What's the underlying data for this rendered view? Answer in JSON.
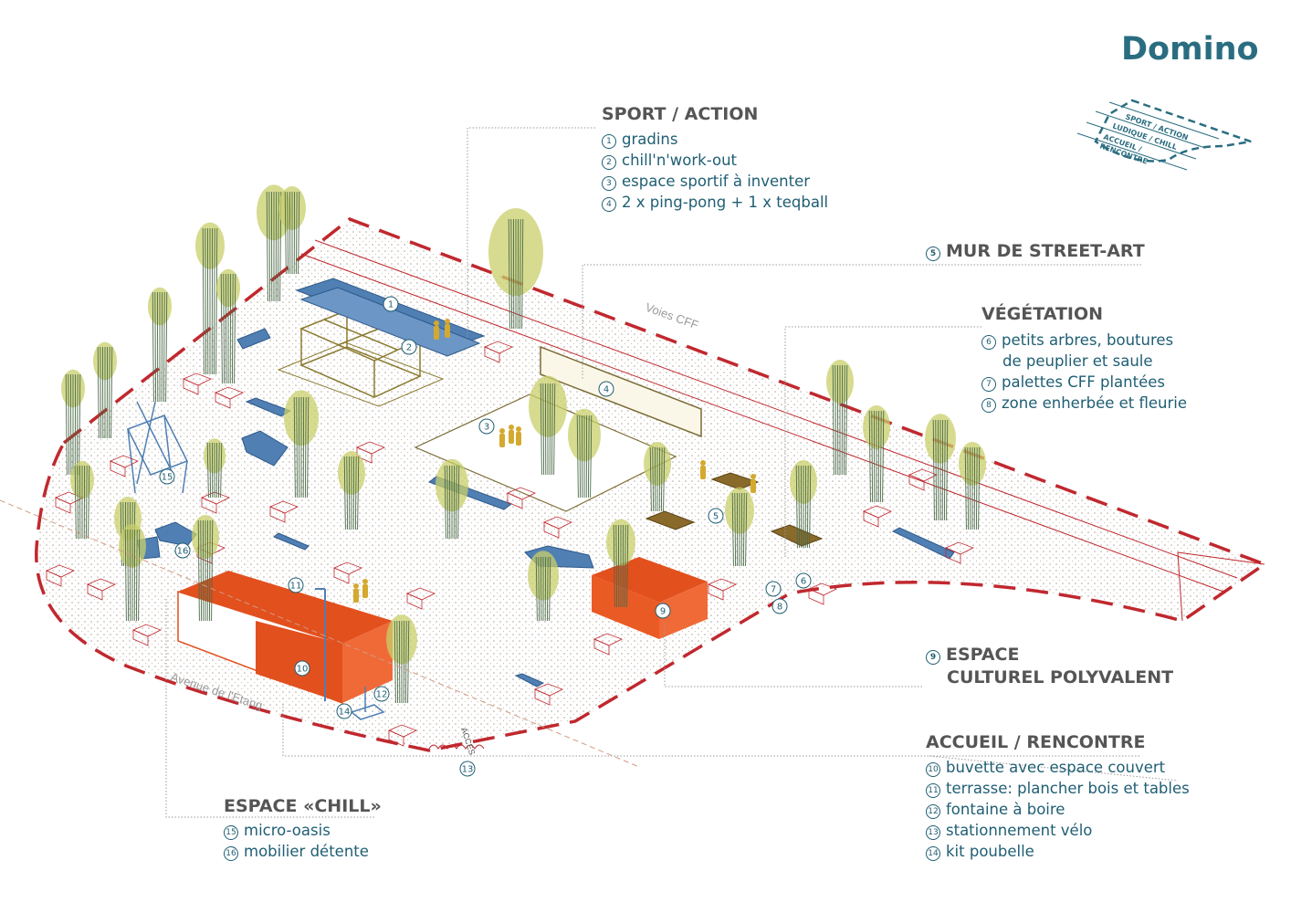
{
  "title": "Domino",
  "legend": {
    "labels": [
      "SPORT / ACTION",
      "LUDIQUE / CHILL",
      "ACCUEIL /",
      "RENCONTRE"
    ]
  },
  "places": {
    "rail": "Voies CFF",
    "avenue": "Avenue de l'Etang",
    "acces": "ACCES"
  },
  "sections": {
    "sport": {
      "title": "SPORT / ACTION",
      "items": [
        {
          "n": "1",
          "label": "gradins"
        },
        {
          "n": "2",
          "label": "chill'n'work-out"
        },
        {
          "n": "3",
          "label": "espace sportif à inventer"
        },
        {
          "n": "4",
          "label": "2 x ping-pong + 1 x teqball"
        }
      ]
    },
    "streetart": {
      "n": "5",
      "title": "MUR DE STREET-ART"
    },
    "vegetation": {
      "title": "VÉGÉTATION",
      "items": [
        {
          "n": "6",
          "label": "petits arbres, boutures",
          "cont": "de peuplier et saule"
        },
        {
          "n": "7",
          "label": "palettes CFF plantées"
        },
        {
          "n": "8",
          "label": "zone enherbée et fleurie"
        }
      ]
    },
    "culturel": {
      "n": "9",
      "title_line1": "ESPACE",
      "title_line2": "CULTUREL POLYVALENT"
    },
    "accueil": {
      "title": "ACCUEIL / RENCONTRE",
      "items": [
        {
          "n": "10",
          "label": "buvette avec espace couvert"
        },
        {
          "n": "11",
          "label": "terrasse: plancher bois et tables"
        },
        {
          "n": "12",
          "label": "fontaine à boire"
        },
        {
          "n": "13",
          "label": "stationnement vélo"
        },
        {
          "n": "14",
          "label": "kit poubelle"
        }
      ]
    },
    "chill": {
      "title": "ESPACE «CHILL»",
      "items": [
        {
          "n": "15",
          "label": "micro-oasis"
        },
        {
          "n": "16",
          "label": "mobilier détente"
        }
      ]
    }
  },
  "markers": [
    "1",
    "2",
    "3",
    "4",
    "5",
    "6",
    "7",
    "8",
    "9",
    "10",
    "11",
    "12",
    "13",
    "14",
    "15",
    "16"
  ],
  "colors": {
    "title": "#2a6d80",
    "item_text": "#1f5e73",
    "boundary": "#c0282e",
    "pavilion": "#e2501e",
    "furniture_blue": "#4f7fb3",
    "tree_green": "#c8cf6a",
    "figure_yellow": "#d4a92e",
    "leader_lines": "#9a9a9a"
  }
}
